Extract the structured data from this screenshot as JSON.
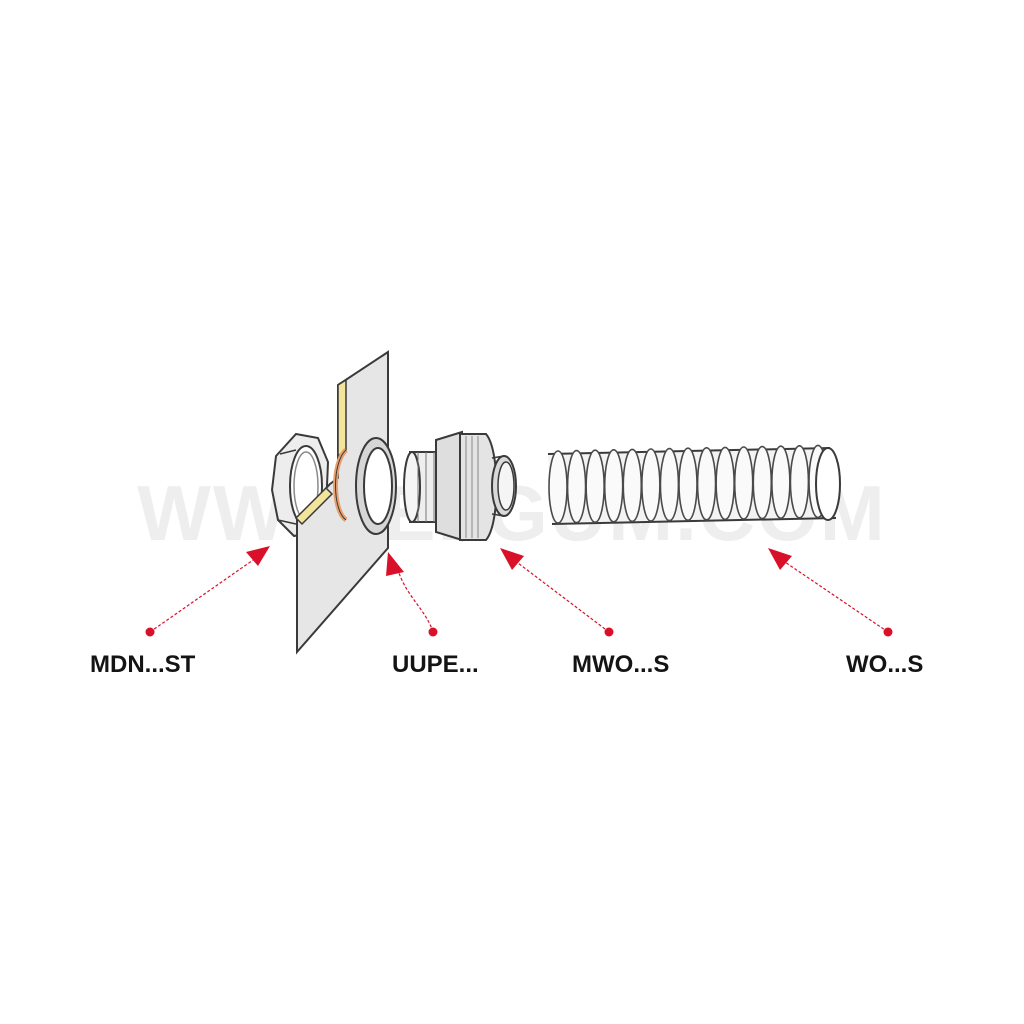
{
  "diagram": {
    "labels": {
      "locknut": "MDN...ST",
      "seal": "UUPE...",
      "fitting": "MWO...S",
      "conduit": "WO...S"
    },
    "watermark": "WWW.ELGUM.COM",
    "colors": {
      "arrow": "#d9102a",
      "outline": "#3a3a3a",
      "panel": "#e6e6e6",
      "seal_edge": "#e8a070",
      "panel_edge": "#f2e49a"
    }
  }
}
